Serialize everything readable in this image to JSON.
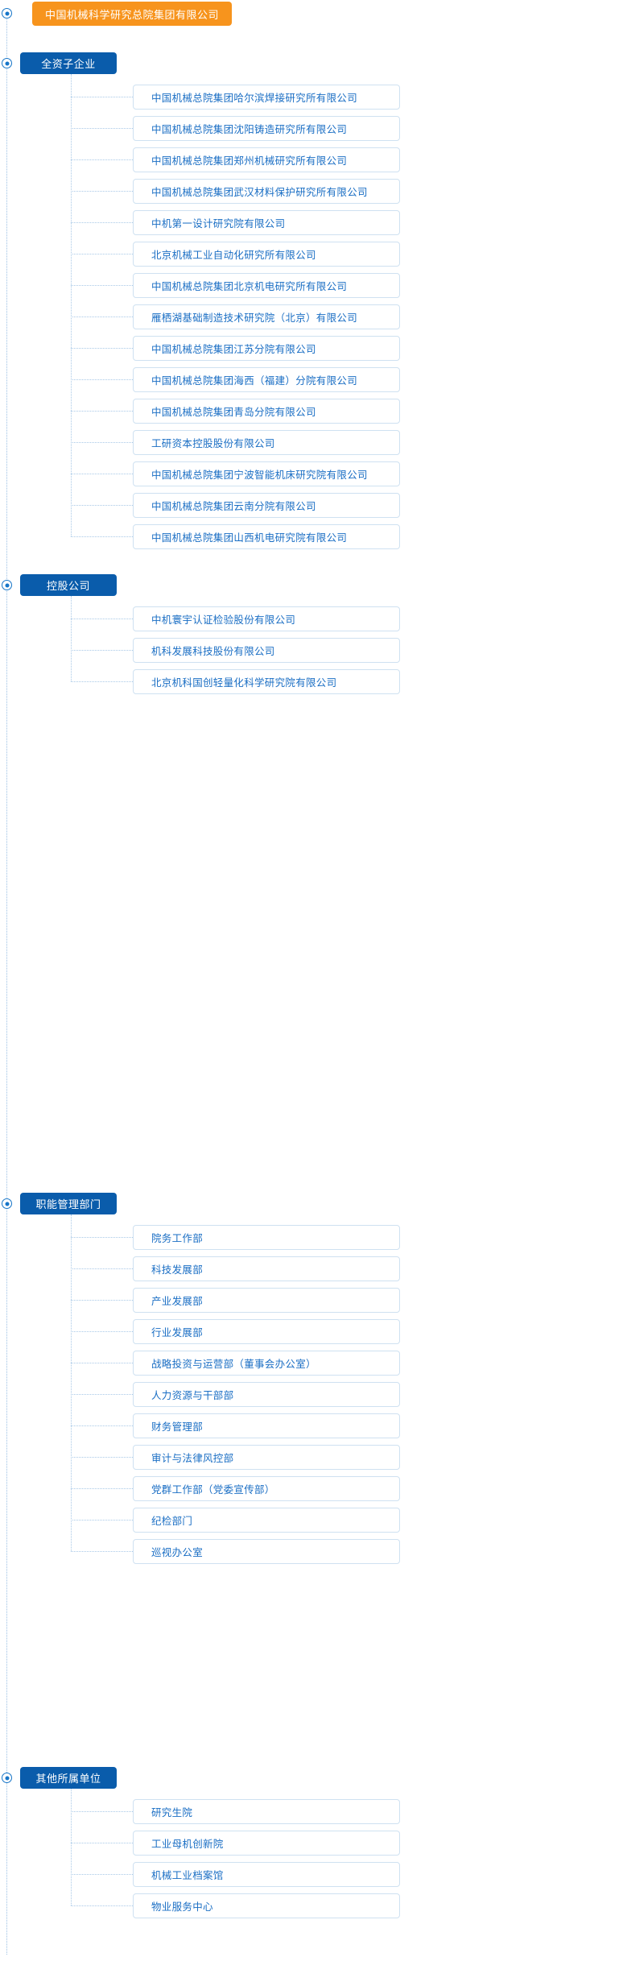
{
  "root": {
    "label": "中国机械科学研究总院集团有限公司",
    "color": "#f7941d",
    "text_color": "#ffffff"
  },
  "theme": {
    "header_bg": "#0a5cab",
    "leaf_border": "#cfe1f1",
    "leaf_text": "#1a6ec4",
    "line_color": "#a9c9e7",
    "marker_color": "#1675c8"
  },
  "groups": [
    {
      "label": "全资子企业",
      "items": [
        "中国机械总院集团哈尔滨焊接研究所有限公司",
        "中国机械总院集团沈阳铸造研究所有限公司",
        "中国机械总院集团郑州机械研究所有限公司",
        "中国机械总院集团武汉材料保护研究所有限公司",
        "中机第一设计研究院有限公司",
        "北京机械工业自动化研究所有限公司",
        "中国机械总院集团北京机电研究所有限公司",
        "雁栖湖基础制造技术研究院（北京）有限公司",
        "中国机械总院集团江苏分院有限公司",
        "中国机械总院集团海西（福建）分院有限公司",
        "中国机械总院集团青岛分院有限公司",
        "工研资本控股股份有限公司",
        "中国机械总院集团宁波智能机床研究院有限公司",
        "中国机械总院集团云南分院有限公司",
        "中国机械总院集团山西机电研究院有限公司"
      ]
    },
    {
      "label": "控股公司",
      "items": [
        "中机寰宇认证检验股份有限公司",
        "机科发展科技股份有限公司",
        "北京机科国创轻量化科学研究院有限公司"
      ]
    },
    {
      "label": "职能管理部门",
      "items": [
        "院务工作部",
        "科技发展部",
        "产业发展部",
        "行业发展部",
        "战略投资与运营部（董事会办公室）",
        "人力资源与干部部",
        "财务管理部",
        "审计与法律风控部",
        "党群工作部（党委宣传部）",
        "纪检部门",
        "巡视办公室"
      ]
    },
    {
      "label": "其他所属单位",
      "items": [
        "研究生院",
        "工业母机创新院",
        "机械工业档案馆",
        "物业服务中心"
      ]
    }
  ],
  "layout": {
    "group_tops": [
      65,
      713,
      1481,
      2194
    ],
    "first_leaf_offsets": [
      40,
      40,
      40,
      40
    ],
    "leaf_pitch": 39
  }
}
